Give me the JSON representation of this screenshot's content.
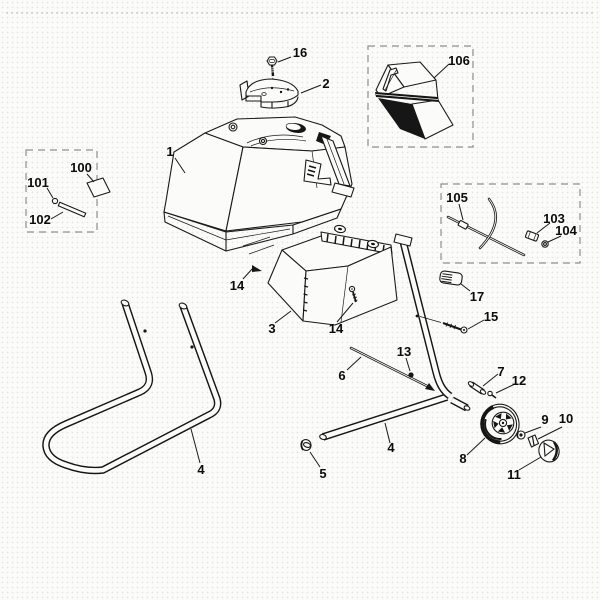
{
  "diagram": {
    "colors": {
      "background": "#fbfbf9",
      "line": "#1a1a1a",
      "solid_fill": "#161616",
      "dashed_box": "#8f8f8f"
    }
  },
  "labels": {
    "p1": "1",
    "p2": "2",
    "p3": "3",
    "p4": "4",
    "p5": "5",
    "p6": "6",
    "p7": "7",
    "p8": "8",
    "p9": "9",
    "p10": "10",
    "p11": "11",
    "p12": "12",
    "p13": "13",
    "p14": "14",
    "p15": "15",
    "p16": "16",
    "p17": "17",
    "p100": "100",
    "p101": "101",
    "p102": "102",
    "p103": "103",
    "p104": "104",
    "p105": "105",
    "p106": "106"
  }
}
